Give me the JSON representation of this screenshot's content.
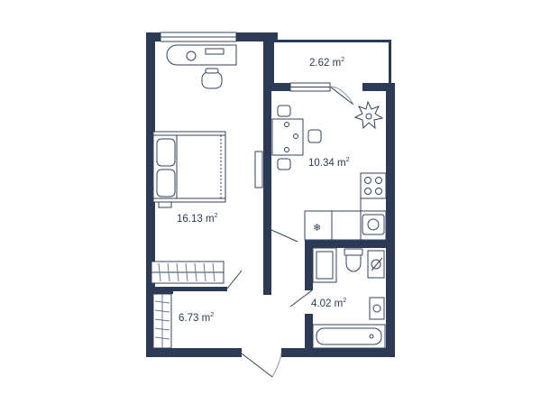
{
  "colors": {
    "wall": "#2c3a55",
    "line": "#33405c",
    "soft": "#6b7890",
    "fill": "#ffffff"
  },
  "unit": "m",
  "unit_exp": "2",
  "rooms": {
    "balcony": {
      "area": "2.62"
    },
    "bedroom": {
      "area": "16.13"
    },
    "kitchen": {
      "area": "10.34"
    },
    "hall": {
      "area": "6.73"
    },
    "bath": {
      "area": "4.02"
    }
  }
}
